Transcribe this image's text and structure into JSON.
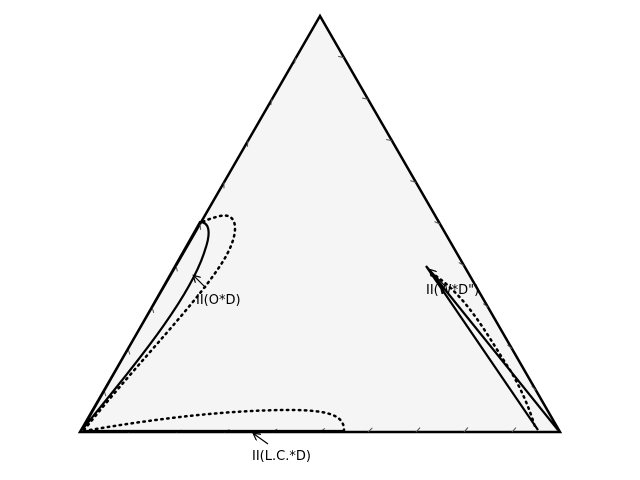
{
  "diagram": {
    "type": "ternary phase diagram",
    "background_fill": "#f5f5f5",
    "stroke_color": "#000000",
    "regions": [
      {
        "id": "ii-ocd",
        "label": "II(O*D)"
      },
      {
        "id": "ii-wd",
        "label": "II(W*D\")"
      },
      {
        "id": "ii-lcd",
        "label": "II(L.C.*D)"
      }
    ]
  }
}
